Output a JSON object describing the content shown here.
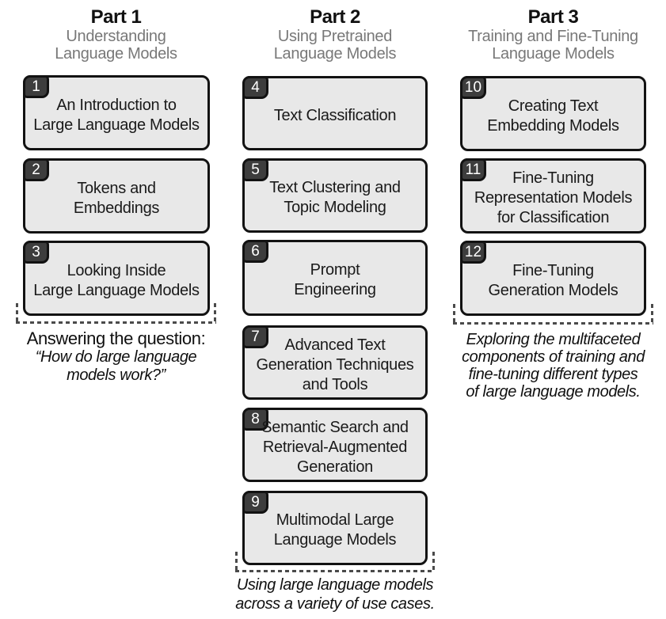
{
  "diagram_title": "Book structure: parts and chapters",
  "colors": {
    "background": "#ffffff",
    "box_fill": "#e8e8e8",
    "box_border": "#121212",
    "badge_fill": "#3d3d3d",
    "badge_text": "#ffffff",
    "subtitle_gray": "#787878",
    "dash_gray": "#4a4a4a",
    "text": "#1a1a1a"
  },
  "parts": [
    {
      "title": "Part 1",
      "subtitle_lines": [
        "Understanding",
        "Language Models"
      ],
      "chapters": [
        {
          "number": "1",
          "title_lines": [
            "An Introduction to",
            "Large Language Models"
          ]
        },
        {
          "number": "2",
          "title_lines": [
            "Tokens and",
            "Embeddings"
          ]
        },
        {
          "number": "3",
          "title_lines": [
            "Looking Inside",
            "Large Language Models"
          ]
        }
      ],
      "caption": {
        "lead": "Answering the question:",
        "italic_lines": [
          "“How do large language",
          "models work?”"
        ]
      }
    },
    {
      "title": "Part 2",
      "subtitle_lines": [
        "Using Pretrained",
        "Language Models"
      ],
      "chapters": [
        {
          "number": "4",
          "title_lines": [
            "Text Classification"
          ]
        },
        {
          "number": "5",
          "title_lines": [
            "Text Clustering and",
            "Topic Modeling"
          ]
        },
        {
          "number": "6",
          "title_lines": [
            "Prompt",
            "Engineering"
          ]
        },
        {
          "number": "7",
          "title_lines": [
            "Advanced Text",
            "Generation Techniques",
            "and Tools"
          ]
        },
        {
          "number": "8",
          "title_lines": [
            "Semantic Search and",
            "Retrieval-Augmented",
            "Generation"
          ]
        },
        {
          "number": "9",
          "title_lines": [
            "Multimodal Large",
            "Language Models"
          ]
        }
      ],
      "caption": {
        "italic_lines": [
          "Using large language models",
          "across a variety of use cases."
        ]
      }
    },
    {
      "title": "Part 3",
      "subtitle_lines": [
        "Training and Fine-Tuning",
        "Language Models"
      ],
      "chapters": [
        {
          "number": "10",
          "title_lines": [
            "Creating Text",
            "Embedding Models"
          ]
        },
        {
          "number": "11",
          "title_lines": [
            "Fine-Tuning",
            "Representation Models",
            "for Classification"
          ]
        },
        {
          "number": "12",
          "title_lines": [
            "Fine-Tuning",
            "Generation Models"
          ]
        }
      ],
      "caption": {
        "italic_lines": [
          "Exploring the multifaceted",
          "components of training and",
          "fine-tuning different types",
          "of large language models."
        ]
      }
    }
  ]
}
